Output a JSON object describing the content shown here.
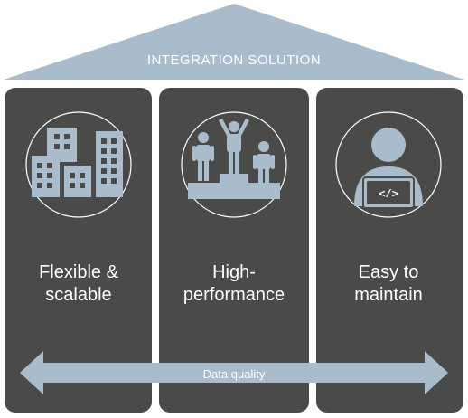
{
  "diagram": {
    "roof_label": "INTEGRATION SOLUTION",
    "pillars": [
      {
        "line1": "Flexible &",
        "line2": "scalable",
        "icon": "buildings-icon"
      },
      {
        "line1": "High-",
        "line2": "performance",
        "icon": "podium-icon"
      },
      {
        "line1": "Easy to",
        "line2": "maintain",
        "icon": "developer-laptop-icon"
      }
    ],
    "arrow_label": "Data quality",
    "code_glyph": "</>"
  },
  "colors": {
    "roof": "#a9bccb",
    "pillar": "#4a4a48",
    "icon": "#a9bccb",
    "text": "#ffffff"
  }
}
